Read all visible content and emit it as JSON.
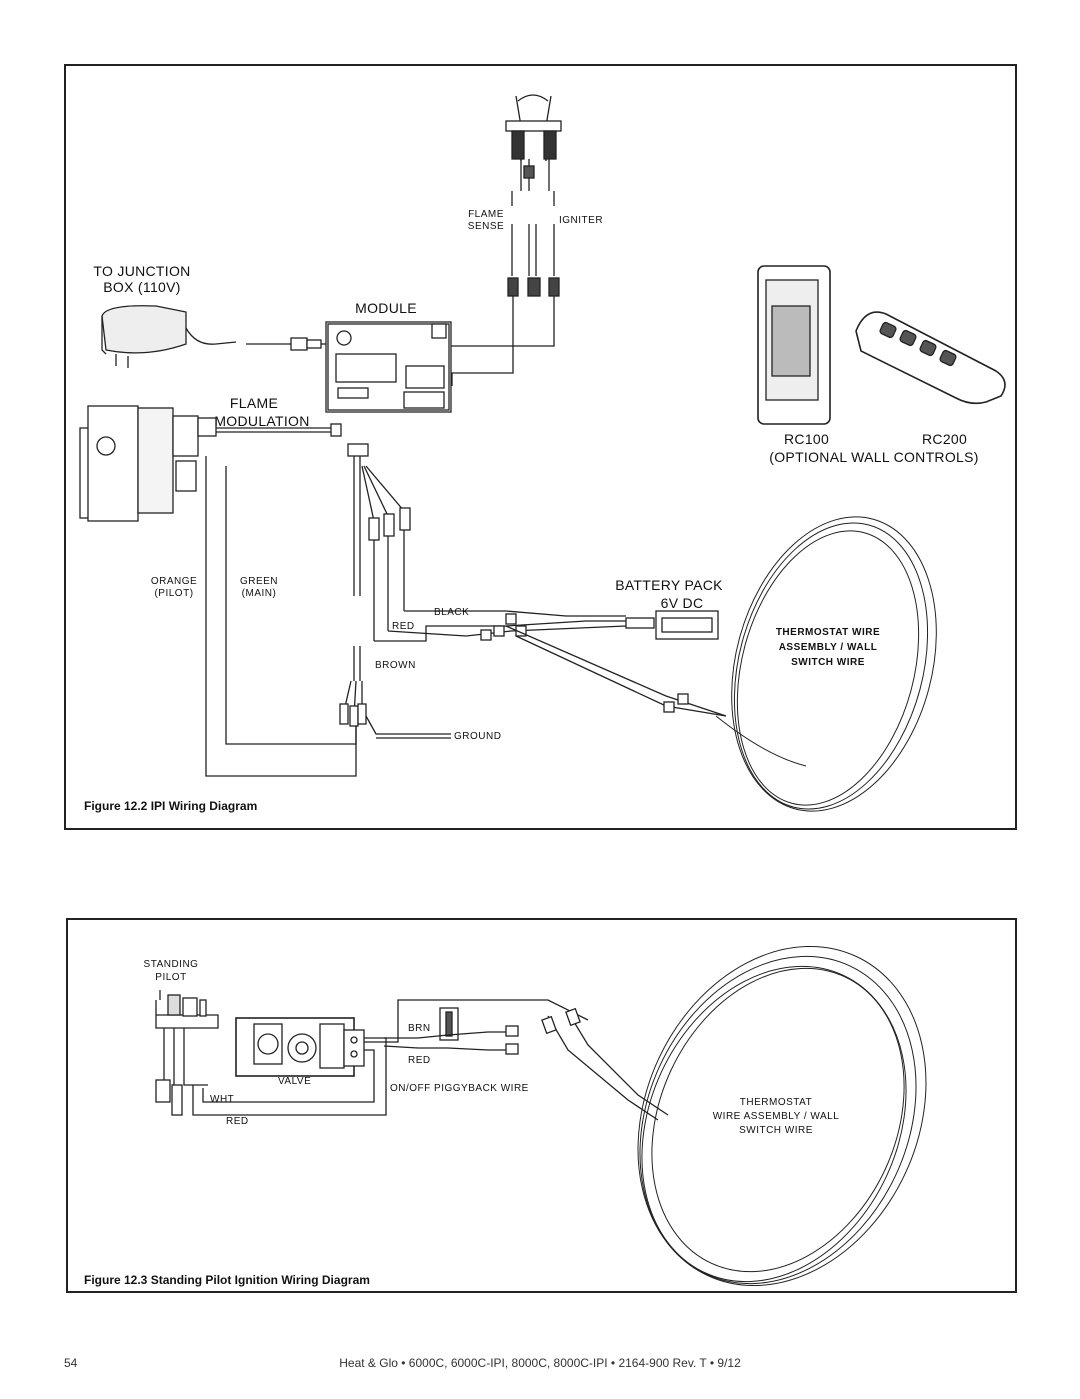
{
  "figure_12_2": {
    "caption": "Figure 12.2 IPI Wiring Diagram",
    "labels": {
      "to_junction": "TO JUNCTION",
      "box_110v": "BOX (110V)",
      "module": "MODULE",
      "flame": "FLAME",
      "modulation": "MODULATION",
      "flame_sense_1": "FLAME",
      "flame_sense_2": "SENSE",
      "igniter": "IGNITER",
      "rc100": "RC100",
      "rc200": "RC200",
      "optional_wall_controls": "(OPTIONAL WALL CONTROLS)",
      "battery_pack": "BATTERY PACK",
      "six_v_dc": "6V DC",
      "orange": "ORANGE",
      "pilot": "(PILOT)",
      "green": "GREEN",
      "main": "(MAIN)",
      "black": "BLACK",
      "red": "RED",
      "brown": "BROWN",
      "ground": "GROUND",
      "thermostat_wire_1": "THERMOSTAT WIRE",
      "thermostat_wire_2": "ASSEMBLY / WALL",
      "thermostat_wire_3": "SWITCH WIRE"
    }
  },
  "figure_12_3": {
    "caption": "Figure 12.3  Standing Pilot Ignition Wiring Diagram",
    "labels": {
      "standing": "STANDING",
      "pilot": "PILOT",
      "valve": "VALVE",
      "wht": "WHT",
      "red": "RED",
      "brn": "BRN",
      "red2": "RED",
      "piggyback": "ON/OFF PIGGYBACK WIRE",
      "thermostat_1": "THERMOSTAT",
      "thermostat_2": "WIRE ASSEMBLY / WALL",
      "thermostat_3": "SWITCH WIRE"
    }
  },
  "footer": {
    "page_number": "54",
    "text": "Heat & Glo  •  6000C, 6000C-IPI, 8000C, 8000C-IPI  •  2164-900 Rev. T  •  9/12"
  }
}
